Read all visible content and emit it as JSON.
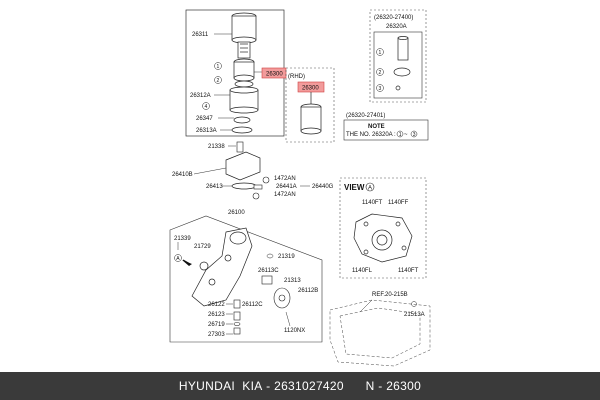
{
  "labels": {
    "p26311": "26311",
    "p26300_main": "26300",
    "p26312a": "26312A",
    "p26347": "26347",
    "p26313a": "26313A",
    "rhd": "(RHD)",
    "p26300_rhd": "26300",
    "kit1_code": "(26320-27400)",
    "kit1_part": "26320A",
    "kit2_code": "(26320-27401)",
    "note_title": "NOTE",
    "note_text": "THE NO. 26320A :",
    "note_range": "~",
    "p21338": "21338",
    "p26410b": "26410B",
    "p26413": "26413",
    "p1472an_a": "1472AN",
    "p26441a": "26441A",
    "p26440g": "26440G",
    "p1472an_b": "1472AN",
    "p26100": "26100",
    "p21339": "21339",
    "p21729": "21729",
    "p21319": "21319",
    "p26113c": "26113C",
    "p21313": "21313",
    "p26112b": "26112B",
    "p26122": "26122",
    "p26112c": "26112C",
    "p26123": "26123",
    "p26719": "26719",
    "p27303": "27303",
    "p1120nx": "1120NX",
    "view_label": "VIEW",
    "view_letter": "A",
    "arrow_letter": "A",
    "p1140ft_a": "1140FT",
    "p1140ff": "1140FF",
    "p1140fl": "1140FL",
    "p1140ft_b": "1140FT",
    "ref": "REF.20-215B",
    "p21513a": "21513A"
  },
  "callouts": {
    "n1": "1",
    "n2": "2",
    "n3": "3",
    "n4": "4"
  },
  "colors": {
    "highlight_fill": "#f29b9b",
    "highlight_stroke": "#d04040",
    "line": "#222222",
    "dash": "#555555",
    "footer_bg": "#3a3a3a"
  },
  "footer": {
    "brand": "HYUNDAI  KIA",
    "part_number": "2631027420",
    "ref_number": "N - 26300"
  }
}
